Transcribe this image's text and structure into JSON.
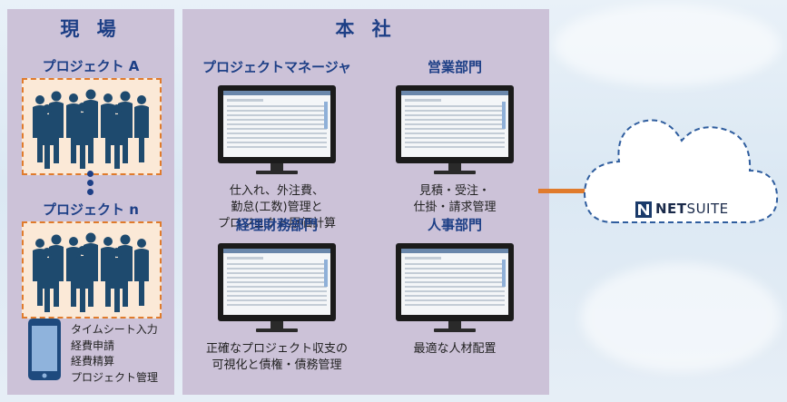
{
  "field": {
    "title": "現 場",
    "project_a": "プロジェクト A",
    "project_n": "プロジェクト n",
    "tablet_items": [
      "タイムシート入力",
      "経費申請",
      "経費精算",
      "プロジェクト管理"
    ]
  },
  "headquarters": {
    "title": "本 社",
    "departments": [
      {
        "title": "プロジェクトマネージャ",
        "lines": [
          "仕入れ、外注費、",
          "勤怠(工数)管理と",
          "プロジェクト原価計算"
        ]
      },
      {
        "title": "営業部門",
        "lines": [
          "見積・受注・",
          "仕掛・請求管理"
        ]
      },
      {
        "title": "経理財務部門",
        "lines": [
          "正確なプロジェクト収支の",
          "可視化と債権・債務管理"
        ]
      },
      {
        "title": "人事部門",
        "lines": [
          "最適な人材配置"
        ]
      }
    ]
  },
  "cloud": {
    "brand_bold": "NET",
    "brand_rest": "SUITE"
  },
  "colors": {
    "panel": "#ccc2d8",
    "navy": "#1d3f86",
    "orange": "#e07b2c",
    "silhouette": "#1e4a6e"
  }
}
